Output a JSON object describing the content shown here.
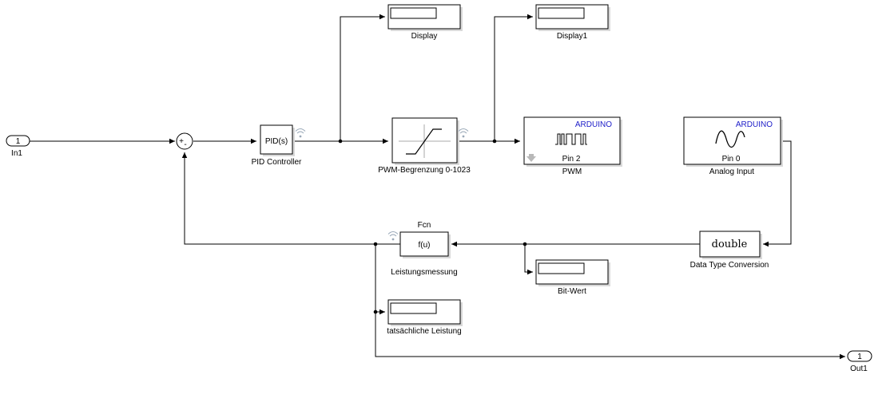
{
  "blocks": {
    "in1": {
      "port": "1",
      "label": "In1"
    },
    "out1": {
      "port": "1",
      "label": "Out1"
    },
    "sum": {
      "plus": "+",
      "minus": "-"
    },
    "pid": {
      "text": "PID(s)",
      "label": "PID Controller"
    },
    "saturation": {
      "label": "PWM-Begrenzung 0-1023"
    },
    "display": {
      "label": "Display"
    },
    "display1": {
      "label": "Display1"
    },
    "pwm": {
      "brand": "ARDUINO",
      "pin": "Pin 2",
      "label": "PWM"
    },
    "analog_input": {
      "brand": "ARDUINO",
      "pin": "Pin 0",
      "label": "Analog Input"
    },
    "dtc": {
      "text": "double",
      "label": "Data Type Conversion"
    },
    "fcn": {
      "title": "Fcn",
      "text": "f(u)",
      "label": "Leistungsmessung"
    },
    "bit_wert": {
      "label": "Bit-Wert"
    },
    "tats_leistung": {
      "label": "tatsächliche Leistung"
    }
  },
  "colors": {
    "arduino_text": "#1c1cc8",
    "signal_icon": "#9aa9b8",
    "block_shadow": "#d9d9d9"
  }
}
